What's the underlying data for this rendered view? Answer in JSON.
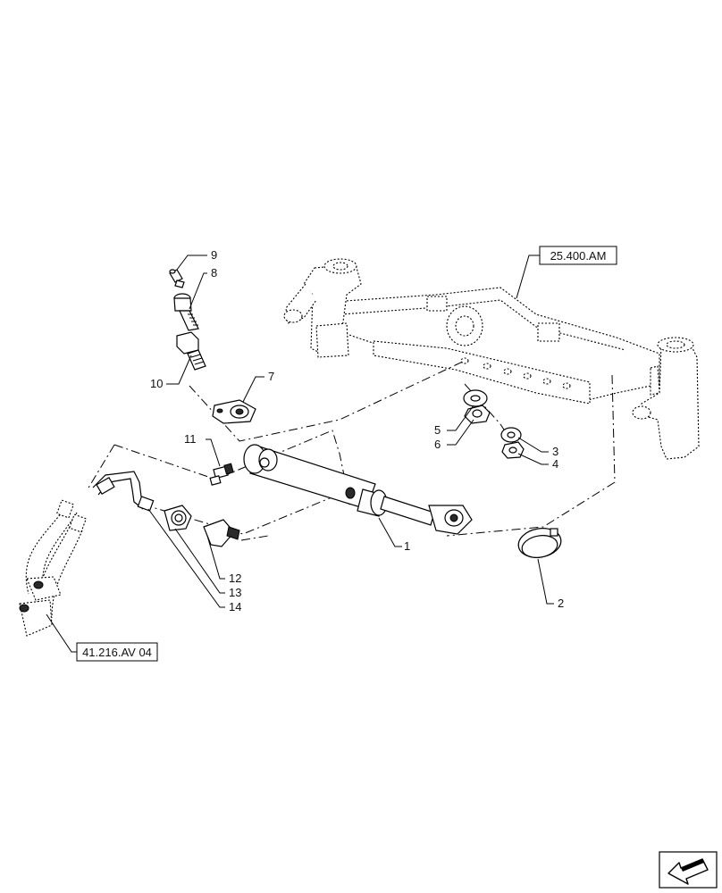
{
  "callouts": {
    "c1": "1",
    "c2": "2",
    "c3": "3",
    "c4": "4",
    "c5": "5",
    "c6": "6",
    "c7": "7",
    "c8": "8",
    "c9": "9",
    "c10": "10",
    "c11": "11",
    "c12": "12",
    "c13": "13",
    "c14": "14"
  },
  "references": {
    "axle_ref": "25.400.AM",
    "hose_ref": "41.216.AV 04"
  },
  "nav": {
    "icon": "arrow-icon"
  }
}
